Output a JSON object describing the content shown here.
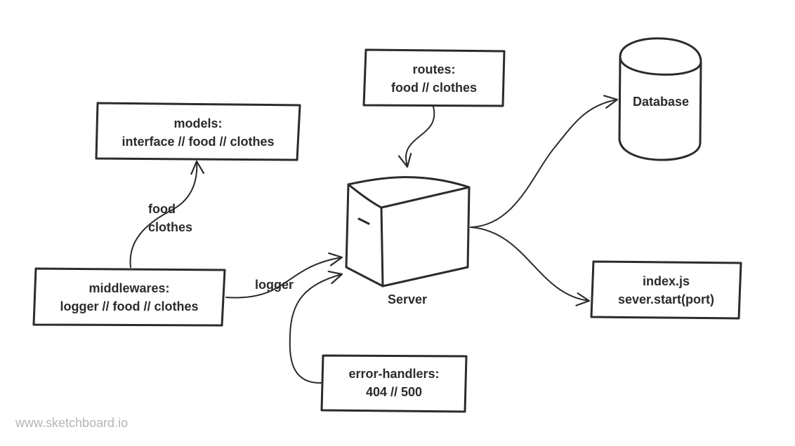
{
  "nodes": {
    "routes": {
      "line1": "routes:",
      "line2": "food // clothes"
    },
    "models": {
      "line1": "models:",
      "line2": "interface // food // clothes"
    },
    "middlewares": {
      "line1": "middlewares:",
      "line2": "logger // food // clothes"
    },
    "error_handlers": {
      "line1": "error-handlers:",
      "line2": "404 // 500"
    },
    "index": {
      "line1": "index.js",
      "line2": "sever.start(port)"
    },
    "database": {
      "label": "Database"
    },
    "server": {
      "label": "Server"
    }
  },
  "edge_labels": {
    "middlewares_to_models": {
      "line1": "food",
      "line2": "clothes"
    },
    "middlewares_to_server": "logger"
  },
  "watermark": "www.sketchboard.io",
  "colors": {
    "stroke": "#2b2b2b",
    "watermark": "#b5b5b5"
  }
}
